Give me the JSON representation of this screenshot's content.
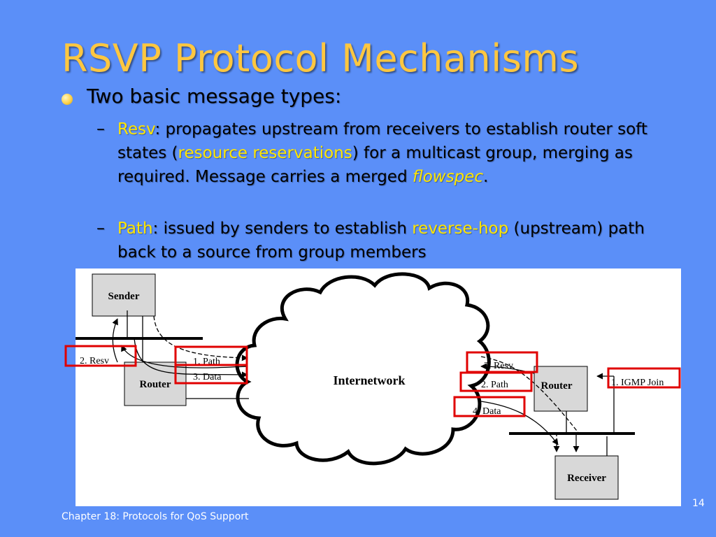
{
  "slide": {
    "title": "RSVP Protocol Mechanisms",
    "bullet": "Two basic message types:",
    "sub1": {
      "dash": "–",
      "term": "Resv",
      "text_a": ": propagates upstream from receivers to establish router soft states (",
      "term2": "resource reservations",
      "text_b": ") for a multicast group, merging as required.  Message carries a merged ",
      "term3": "flowspec",
      "text_c": "."
    },
    "sub2": {
      "dash": "–",
      "term": "Path",
      "text_a": ": issued by senders to establish ",
      "term2": "reverse-hop",
      "text_b": " (upstream) path back to a source from group members"
    },
    "footer": "Chapter 18:  Protocols for QoS Support",
    "page_number": "14",
    "colors": {
      "background": "#5b8ff8",
      "title": "#ffc740",
      "highlight": "#ffe600",
      "callout_border": "#e00000",
      "box_fill": "#d8d8d8"
    }
  },
  "diagram": {
    "sender": "Sender",
    "router_left": "Router",
    "router_right": "Router",
    "receiver": "Receiver",
    "cloud": "Internetwork",
    "labels": {
      "resv_left": "2. Resv",
      "path_left": "1. Path",
      "data_left": "3. Data",
      "resv_right": "3. Resv",
      "path_right": "2. Path",
      "data_right": "4. Data",
      "igmp_join": "1. IGMP Join"
    }
  }
}
